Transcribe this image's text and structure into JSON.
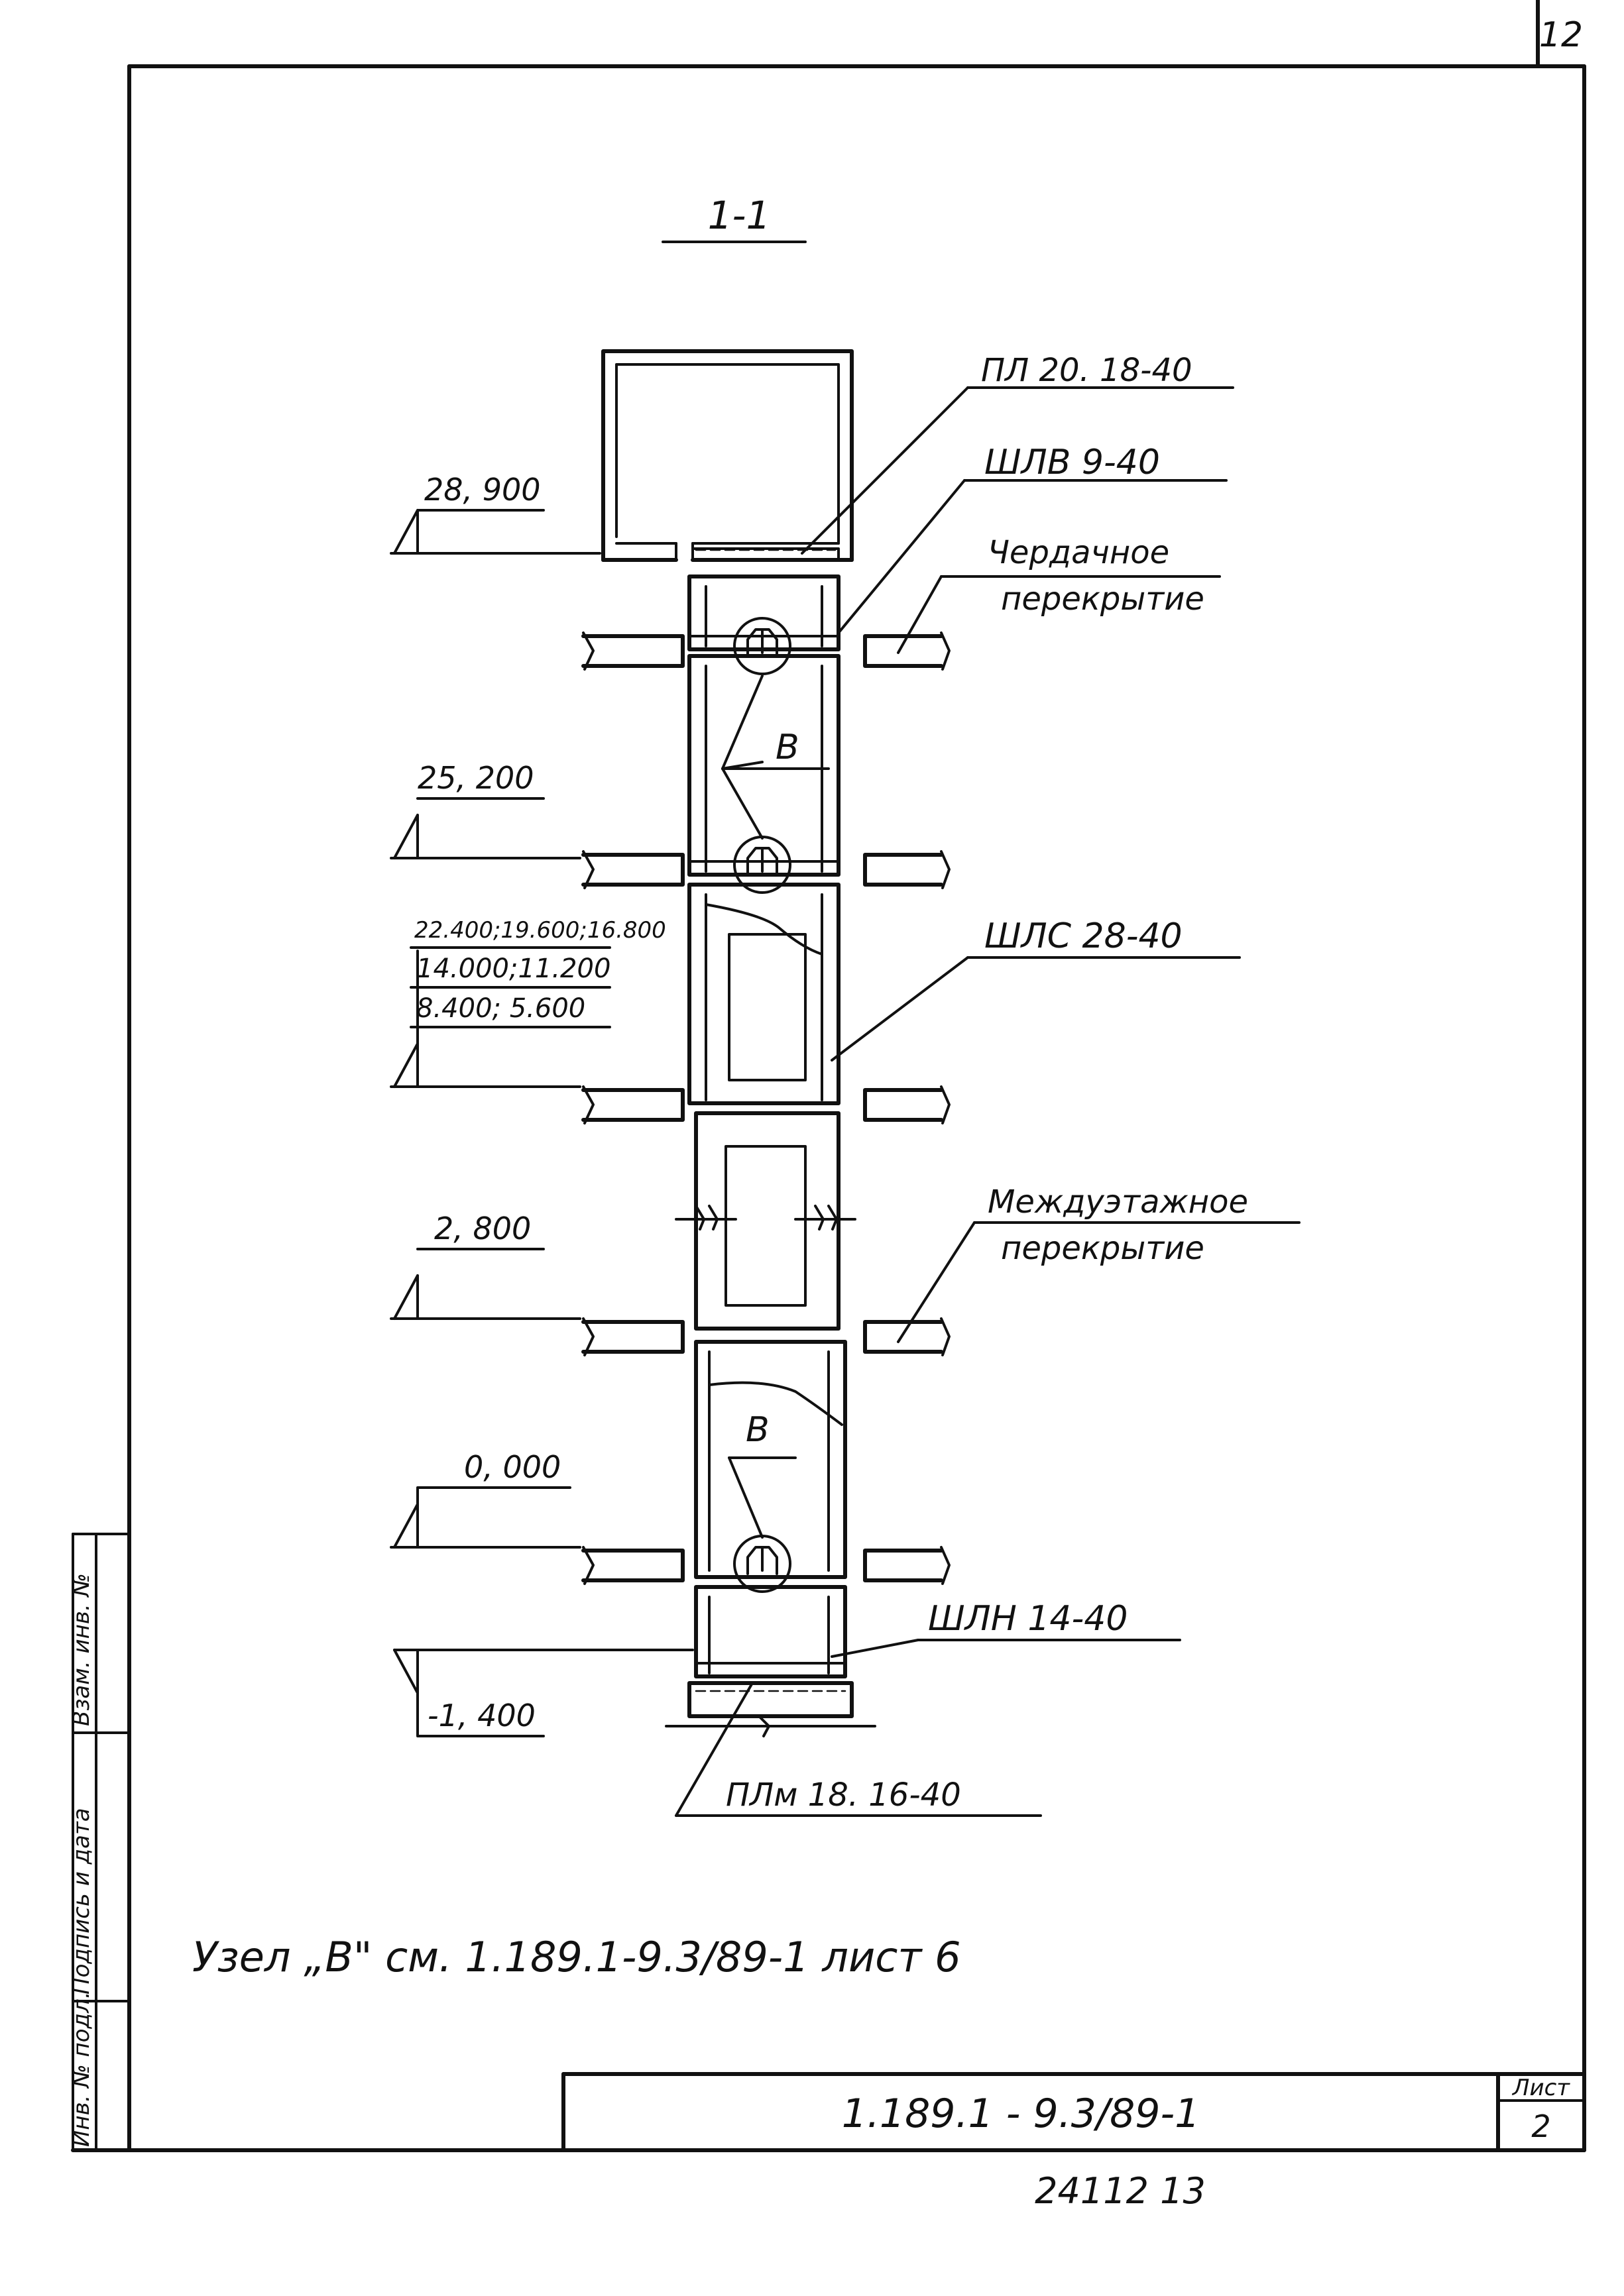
{
  "corner": {
    "sheet_number": "12"
  },
  "section": {
    "title": "1-1"
  },
  "elevations": [
    "28, 900",
    "25, 200",
    "22.400;19.600;16.800",
    "14.000;11.200",
    "8.400; 5.600",
    "2, 800",
    "0, 000",
    "-1, 400"
  ],
  "callouts": {
    "top_slab": "ПЛ 20. 18-40",
    "upper_wall": "ШЛВ 9-40",
    "attic_floor_line1": "Чердачное",
    "attic_floor_line2": "перекрытие",
    "mid_wall": "ШЛС 28-40",
    "floor_slab_line1": "Междуэтажное",
    "floor_slab_line2": "перекрытие",
    "lower_wall": "ШЛН 14-40",
    "base_slab": "ПЛм 18. 16-40",
    "node_label_upper": "В",
    "node_label_lower": "В"
  },
  "note": "Узел „В\" см. 1.189.1-9.3/89-1 лист 6",
  "side_stamp": {
    "cell1": "Инв. № подл.",
    "cell2": "Подпись и дата",
    "cell3": "Взам. инв. №"
  },
  "title_block": {
    "document_code": "1.189.1 - 9.3/89-1",
    "sheet_label": "Лист",
    "sheet_value": "2"
  },
  "bottom_number": "24112  13"
}
